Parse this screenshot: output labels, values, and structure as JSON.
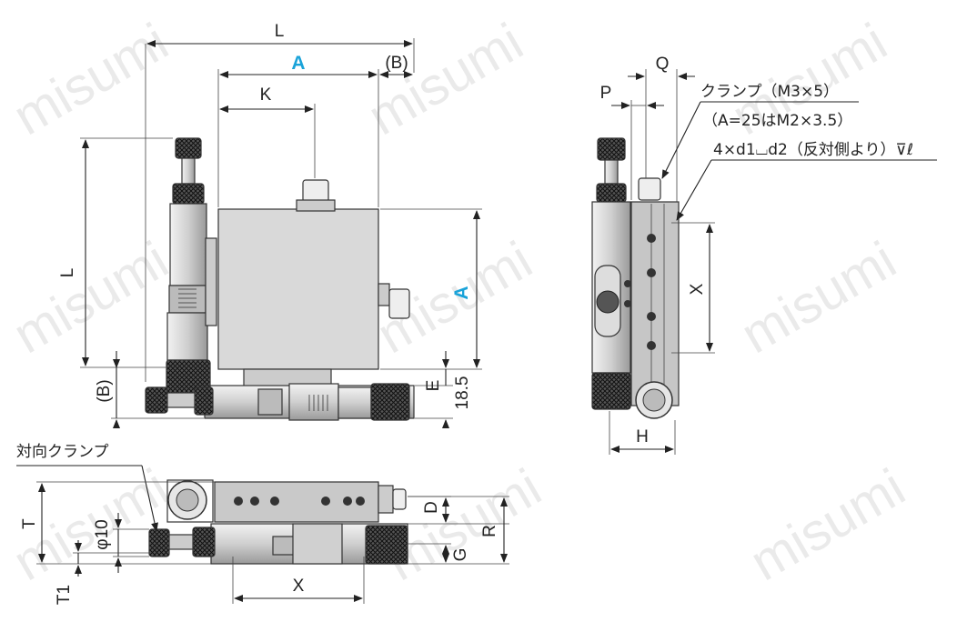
{
  "watermark": "misumi",
  "labels": {
    "L_top": "L",
    "A_top": "A",
    "B_top": "(B)",
    "K": "K",
    "L_left": "L",
    "B_left": "(B)",
    "A_right": "A",
    "E": "E",
    "h18_5": "18.5",
    "P": "P",
    "Q": "Q",
    "X_side": "X",
    "H": "H",
    "T": "T",
    "phi10": "φ10",
    "T1": "T1",
    "D": "D",
    "G": "G",
    "R": "R",
    "X_bottom": "X"
  },
  "notes": {
    "clamp": "クランプ（M3×5）",
    "clamp_alt": "（A=25はM2×3.5）",
    "holes": "4×d1⌴d2（反対側より）⊽ℓ",
    "opposite_clamp": "対向クランプ"
  },
  "colors": {
    "accent": "#1aa3d9",
    "line": "#222222",
    "body_fill": "#d9d9d9"
  }
}
